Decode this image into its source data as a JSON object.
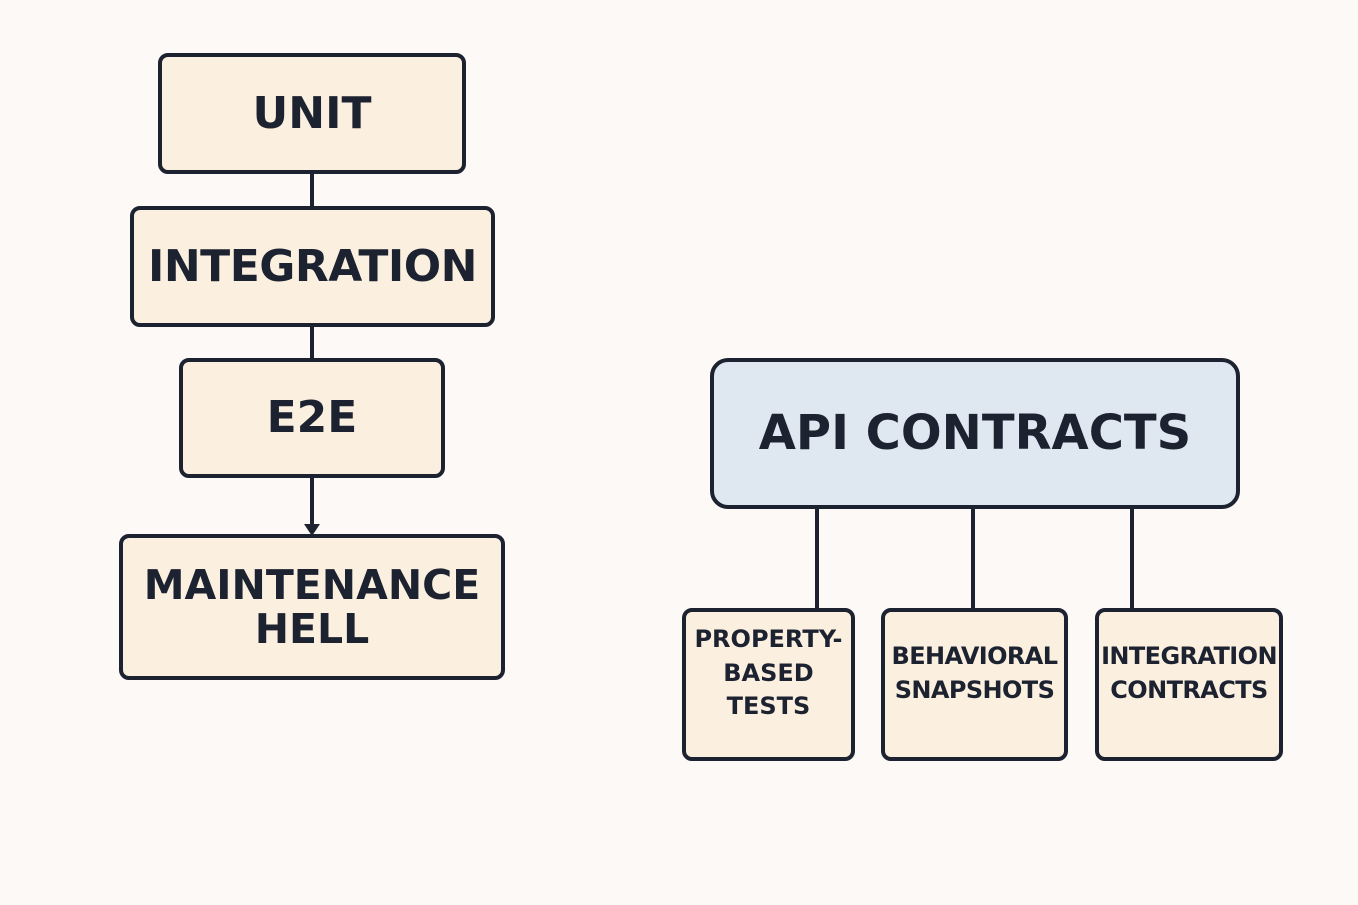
{
  "stack": {
    "unit": "UNIT",
    "integration": "INTEGRATION",
    "e2e": "E2E",
    "maintenance_line1": "MAINTENANCE",
    "maintenance_line2": "HELL"
  },
  "api": {
    "title": "API CONTRACTS",
    "children": [
      {
        "line1": "PROPERTY-",
        "line2": "BASED",
        "line3": "TESTS"
      },
      {
        "line1": "BEHAVIORAL",
        "line2": "SNAPSHOTS"
      },
      {
        "line1": "INTEGRATION",
        "line2": "CONTRACTS"
      }
    ]
  },
  "colors": {
    "box_fill": "#fbf0e0",
    "api_fill": "#dfe7f0",
    "stroke": "#1c2230",
    "background": "#fcf9f6"
  }
}
